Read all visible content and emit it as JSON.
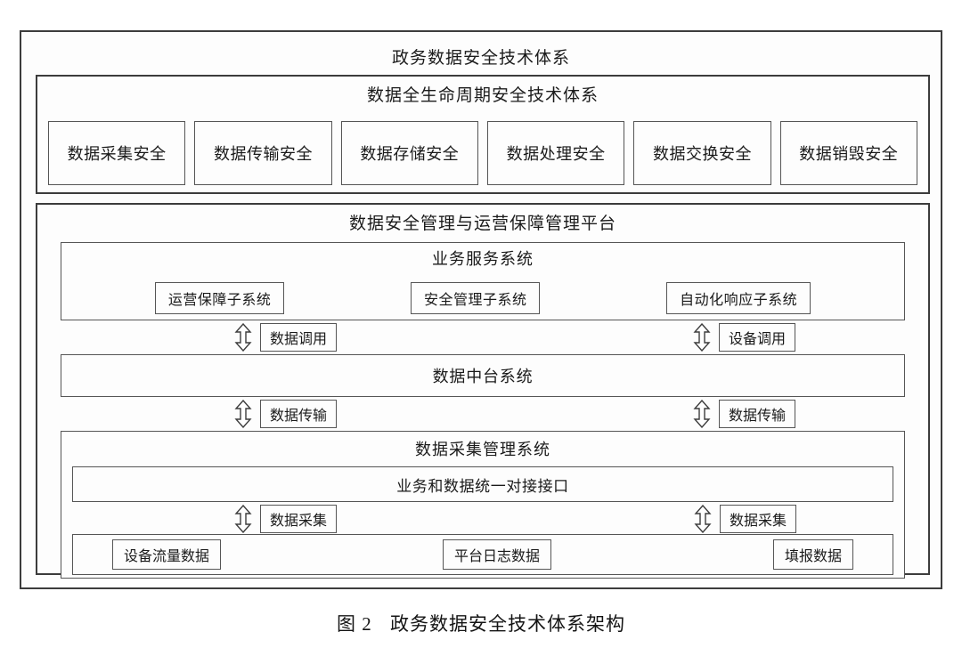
{
  "root": {
    "title": "政务数据安全技术体系"
  },
  "lifecycle": {
    "title": "数据全生命周期安全技术体系",
    "boxes": [
      {
        "label": "数据采集安全"
      },
      {
        "label": "数据传输安全"
      },
      {
        "label": "数据存储安全"
      },
      {
        "label": "数据处理安全"
      },
      {
        "label": "数据交换安全"
      },
      {
        "label": "数据销毁安全"
      }
    ]
  },
  "platform": {
    "title": "数据安全管理与运营保障管理平台",
    "business": {
      "title": "业务服务系统",
      "subsystems": [
        {
          "label": "运营保障子系统"
        },
        {
          "label": "安全管理子系统"
        },
        {
          "label": "自动化响应子系统"
        }
      ]
    },
    "connector_top": {
      "left_label": "数据调用",
      "right_label": "设备调用",
      "icon": "double-arrow-vertical-icon"
    },
    "middleware": {
      "title": "数据中台系统"
    },
    "connector_mid": {
      "left_label": "数据传输",
      "right_label": "数据传输",
      "icon": "double-arrow-vertical-icon"
    },
    "collection": {
      "title": "数据采集管理系统",
      "interface": "业务和数据统一对接接口",
      "connector": {
        "left_label": "数据采集",
        "right_label": "数据采集",
        "icon": "double-arrow-vertical-icon"
      },
      "sources": [
        {
          "label": "设备流量数据"
        },
        {
          "label": "平台日志数据"
        },
        {
          "label": "填报数据"
        }
      ]
    }
  },
  "caption": {
    "number": "图 2",
    "text": "政务数据安全技术体系架构"
  },
  "colors": {
    "border": "#3c3c3c",
    "border_thin": "#555555",
    "background": "#ffffff",
    "box_fill": "#fdfdfd",
    "text": "#1a1a1a"
  }
}
